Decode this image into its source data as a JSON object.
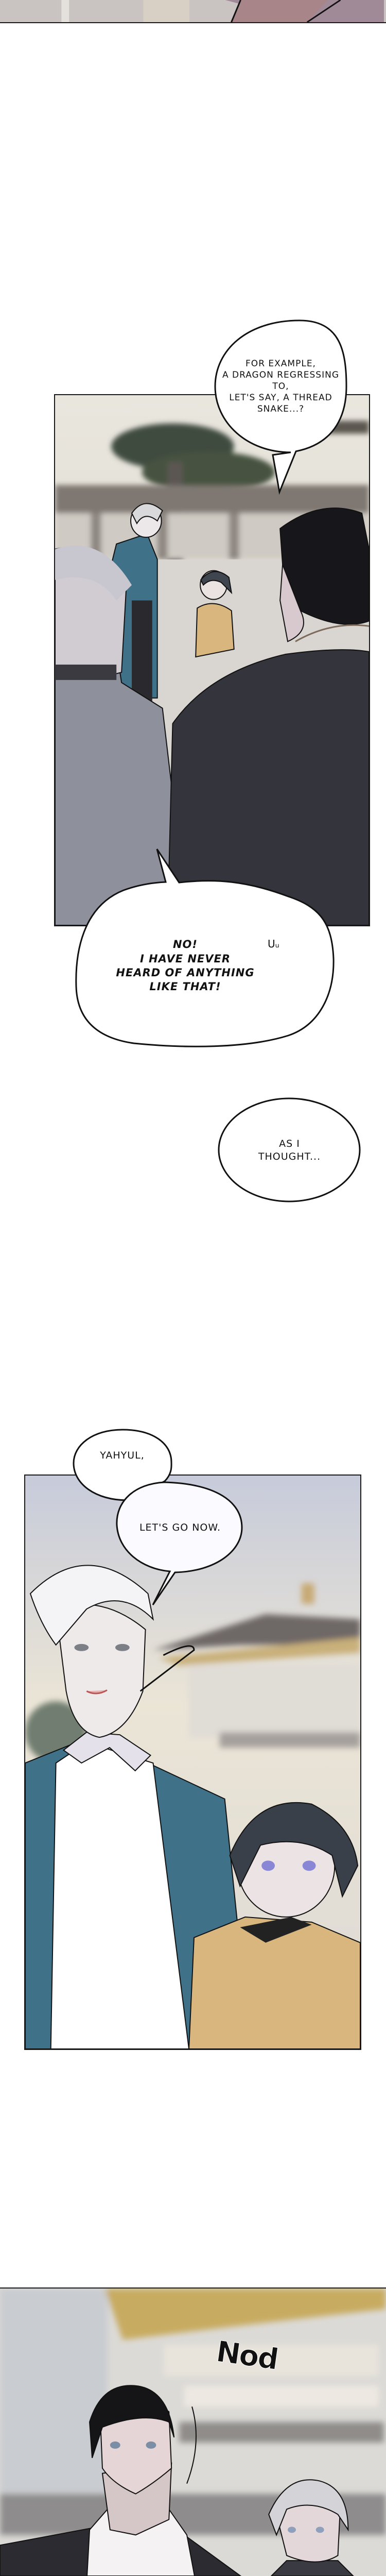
{
  "bubbles": {
    "example": "For example,\na dragon regressing to,\nlet's say, a thread\nsnake...?",
    "never_heard": "No!\nI have never\nheard of anything\nlike that!",
    "sweat_marks": "Uᵤ",
    "as_i_thought": "As I\nthought...",
    "yahyul": "Yahyul,",
    "lets_go": "Let's go now."
  },
  "sfx": {
    "nod": "Nod"
  },
  "colors": {
    "ink": "#111111",
    "teal_robe": "#3f7189",
    "yellow_robe": "#d8b67e",
    "black_coat": "#34343c",
    "grey_coat": "#8e909c"
  }
}
